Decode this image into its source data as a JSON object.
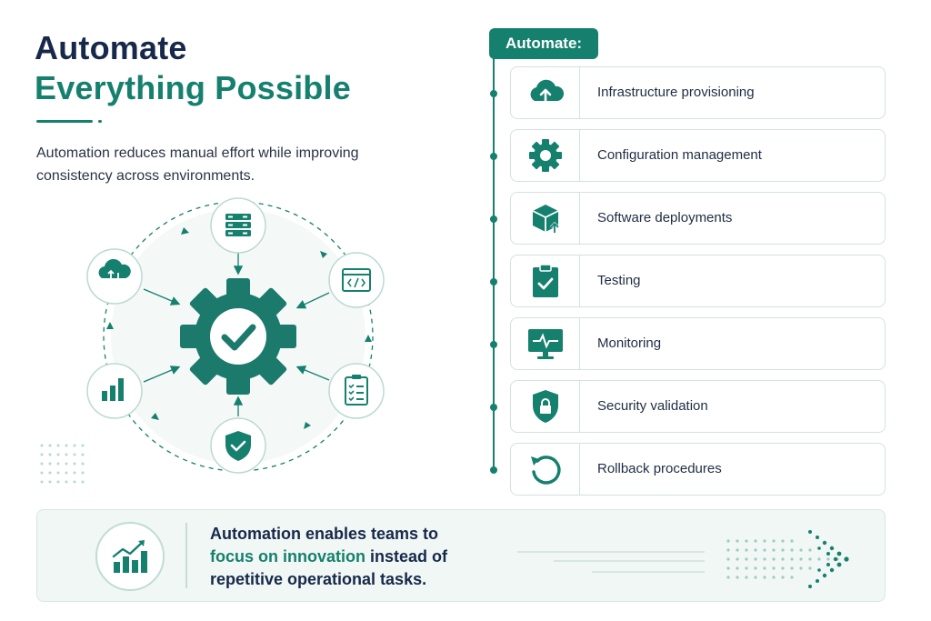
{
  "header": {
    "title_line1": "Automate",
    "title_line2": "Everything Possible",
    "subtitle": "Automation reduces manual effort while improving consistency across environments."
  },
  "cycle": {
    "center_icon": "gear-check-icon",
    "nodes": [
      {
        "icon": "server-icon"
      },
      {
        "icon": "code-window-icon"
      },
      {
        "icon": "checklist-icon"
      },
      {
        "icon": "shield-check-icon"
      },
      {
        "icon": "bar-chart-icon"
      },
      {
        "icon": "cloud-sync-icon"
      }
    ]
  },
  "panel": {
    "badge": "Automate:",
    "steps": [
      {
        "label": "Infrastructure provisioning",
        "icon": "cloud-upload-icon"
      },
      {
        "label": "Configuration management",
        "icon": "gear-icon"
      },
      {
        "label": "Software deployments",
        "icon": "package-icon"
      },
      {
        "label": "Testing",
        "icon": "clipboard-check-icon"
      },
      {
        "label": "Monitoring",
        "icon": "monitor-pulse-icon"
      },
      {
        "label": "Security validation",
        "icon": "shield-lock-icon"
      },
      {
        "label": "Rollback procedures",
        "icon": "rollback-icon"
      }
    ]
  },
  "banner": {
    "text_before": "Automation enables teams to",
    "highlight": "focus on innovation",
    "text_after": "instead of repetitive operational tasks.",
    "icon": "growth-chart-icon"
  },
  "colors": {
    "accent": "#16806f",
    "navy": "#17294a",
    "light_fill": "#f0f7f5"
  }
}
